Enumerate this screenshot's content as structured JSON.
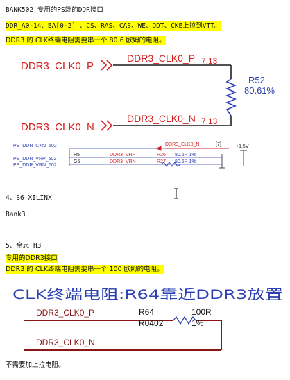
{
  "section1": {
    "heading": "BANK502 专用的PS端的DDR接口",
    "line1": "DDR_A0-14、BA[0-2] 、CS、RAS、CAS、WE、ODT、CKE上拉到VTT。",
    "line2": "DDR3 的 CLK终端电阻需要串一个 80.6 欧姆的电阻。"
  },
  "figure1": {
    "net_p": "DDR3_CLK0_P",
    "net_n": "DDR3_CLK0_N",
    "page_ref_p": "7,13",
    "page_ref_n": "7,13",
    "resistor_ref": "R52",
    "resistor_value": "80.61%"
  },
  "figure2": {
    "signal1": "PS_DDR_CKN_502",
    "signal2": "PS_DDR_VRP_502",
    "signal3": "PS_DDR_VRN_502",
    "pin1": "H5",
    "pin2": "G5",
    "net_vrp": "DDR3_VRP",
    "net_vrn": "DDR3_VRN",
    "ref1": "R26",
    "ref2": "R27",
    "val1": "80.6R 1%",
    "val2": "80.6R 1%",
    "net_clk": "DDR3_CLK0_N",
    "page_ref": "[7]",
    "supply": "+1.5V"
  },
  "section2": {
    "heading": "4、S6—XILINX",
    "body": "Bank3"
  },
  "section3": {
    "heading": "5、全志 H3",
    "line1": "专用的DDR3接口",
    "line2": "DDR3 的 CLK终端电阻需要串一个 100 欧姆的电阻。"
  },
  "figure3": {
    "title": "CLK终端电阻:R64靠近DDR3放置",
    "net_p": "DDR3_CLK0_P",
    "net_n": "DDR3_CLK0_N",
    "resistor_ref": "R64",
    "resistor_pkg": "R0402",
    "resistor_value": "100R",
    "tolerance": "1%"
  },
  "footer": {
    "note": "不需要加上拉电阻。"
  }
}
